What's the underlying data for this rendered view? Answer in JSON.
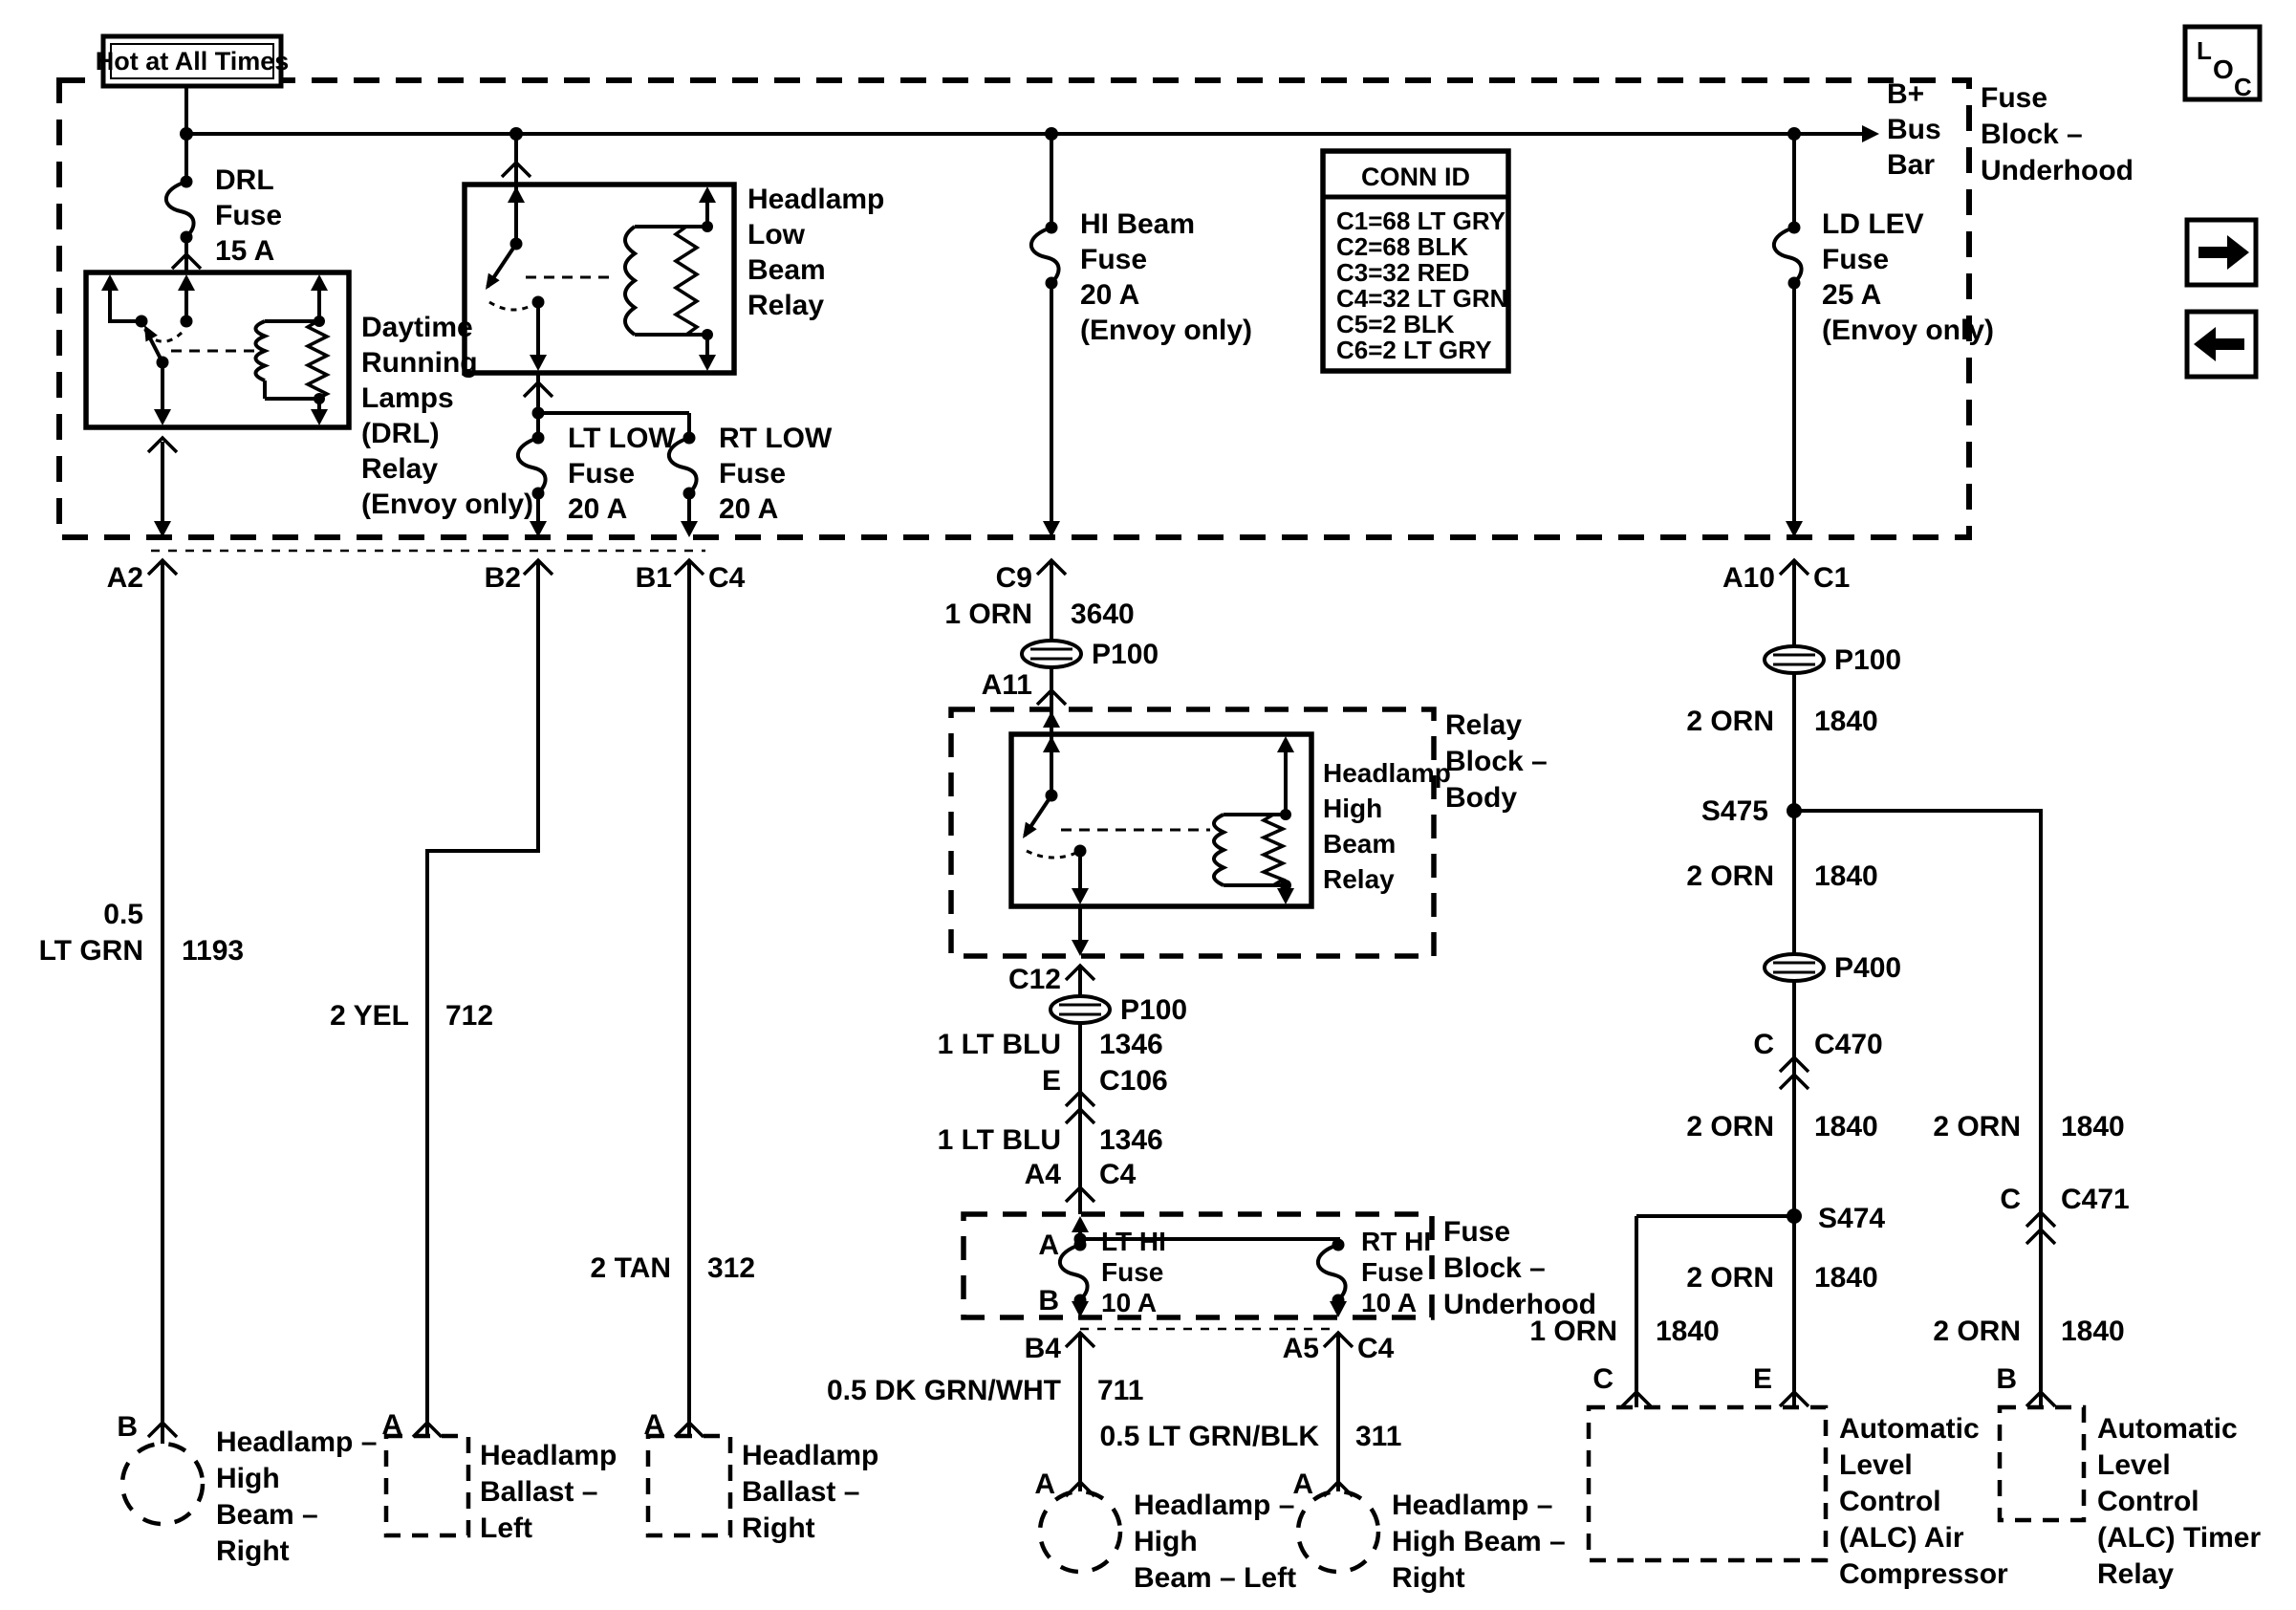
{
  "colors": {
    "ink": "#000000",
    "paper": "#ffffff"
  },
  "hot_banner": "Hot at All Times",
  "fuse_block_top": {
    "title": [
      "Fuse",
      "Block –",
      "Underhood"
    ],
    "bus_bar": [
      "B+",
      "Bus",
      "Bar"
    ],
    "drl_fuse": [
      "DRL",
      "Fuse",
      "15 A"
    ],
    "drl_relay": [
      "Daytime",
      "Running",
      "Lamps",
      "(DRL)",
      "Relay",
      "(Envoy only)"
    ],
    "low_beam_relay": [
      "Headlamp",
      "Low",
      "Beam",
      "Relay"
    ],
    "lt_low_fuse": [
      "LT LOW",
      "Fuse",
      "20 A"
    ],
    "rt_low_fuse": [
      "RT LOW",
      "Fuse",
      "20 A"
    ],
    "hi_beam_fuse": [
      "HI Beam",
      "Fuse",
      "20 A",
      "(Envoy only)"
    ],
    "ld_lev_fuse": [
      "LD LEV",
      "Fuse",
      "25 A",
      "(Envoy only)"
    ],
    "pins": {
      "a2": "A2",
      "b2": "B2",
      "b1": "B1",
      "c4": "C4",
      "c9": "C9",
      "a10": "A10",
      "c1": "C1"
    }
  },
  "conn_id": {
    "title": "CONN ID",
    "rows": [
      "C1=68 LT GRY",
      "C2=68 BLK",
      "C3=32 RED",
      "C4=32 LT GRN",
      "C5=2 BLK",
      "C6=2 LT GRY"
    ]
  },
  "relay_block_body": {
    "title": [
      "Relay",
      "Block –",
      "Body"
    ],
    "relay": [
      "Headlamp",
      "High",
      "Beam",
      "Relay"
    ],
    "pin_in": "A11",
    "pin_out": "C12"
  },
  "fuse_block_mid": {
    "title": [
      "Fuse",
      "Block –",
      "Underhood"
    ],
    "lt_hi_fuse": [
      "LT HI",
      "Fuse",
      "10 A"
    ],
    "rt_hi_fuse": [
      "RT HI",
      "Fuse",
      "10 A"
    ],
    "pin_a": "A",
    "pin_b": "B",
    "pin_in_a4": "A4",
    "pin_in_c4": "C4",
    "pin_out_b4": "B4",
    "pin_out_a5": "A5",
    "pin_out_c4": "C4"
  },
  "inline_connectors": {
    "p100_c9": "P100",
    "p100_c12": "P100",
    "p100_right": "P100",
    "p400": "P400",
    "c106": {
      "pin": "E",
      "name": "C106"
    },
    "c470": {
      "pin": "C",
      "name": "C470"
    },
    "c471": {
      "pin": "C",
      "name": "C471"
    }
  },
  "splices": {
    "s475": "S475",
    "s474": "S474"
  },
  "wire_labels": {
    "w3640": {
      "gauge_color": "1 ORN",
      "circuit": "3640"
    },
    "w1346_a": {
      "gauge_color": "1 LT BLU",
      "circuit": "1346"
    },
    "w1346_b": {
      "gauge_color": "1 LT BLU",
      "circuit": "1346"
    },
    "w711": {
      "gauge_color": "0.5 DK GRN/WHT",
      "circuit": "711"
    },
    "w311": {
      "gauge_color": "0.5 LT GRN/BLK",
      "circuit": "311"
    },
    "w1193": {
      "gauge": "0.5",
      "color": "LT GRN",
      "circuit": "1193"
    },
    "w712": {
      "gauge_color": "2 YEL",
      "circuit": "712"
    },
    "w312": {
      "gauge_color": "2 TAN",
      "circuit": "312"
    },
    "orn2": "2 ORN",
    "orn1": "1 ORN",
    "c1840": "1840"
  },
  "loads": {
    "hl_hb_left": {
      "pin": "A",
      "lines": [
        "Headlamp –",
        "High",
        "Beam – Left"
      ]
    },
    "hl_hb_right_mid": {
      "pin": "A",
      "lines": [
        "Headlamp –",
        "High Beam –",
        "Right"
      ]
    },
    "hl_hb_right": {
      "pin": "B",
      "lines": [
        "Headlamp –",
        "High",
        "Beam –",
        "Right"
      ]
    },
    "ballast_left": {
      "pin": "A",
      "lines": [
        "Headlamp",
        "Ballast –",
        "Left"
      ]
    },
    "ballast_right": {
      "pin": "A",
      "lines": [
        "Headlamp",
        "Ballast –",
        "Right"
      ]
    },
    "alc_air": {
      "pin_c": "C",
      "pin_e": "E",
      "lines": [
        "Automatic",
        "Level",
        "Control",
        "(ALC) Air",
        "Compressor"
      ]
    },
    "alc_timer": {
      "pin_b": "B",
      "lines": [
        "Automatic",
        "Level",
        "Control",
        "(ALC) Timer",
        "Relay"
      ]
    }
  },
  "nav": {
    "loc_letters": [
      "L",
      "O",
      "C"
    ]
  }
}
